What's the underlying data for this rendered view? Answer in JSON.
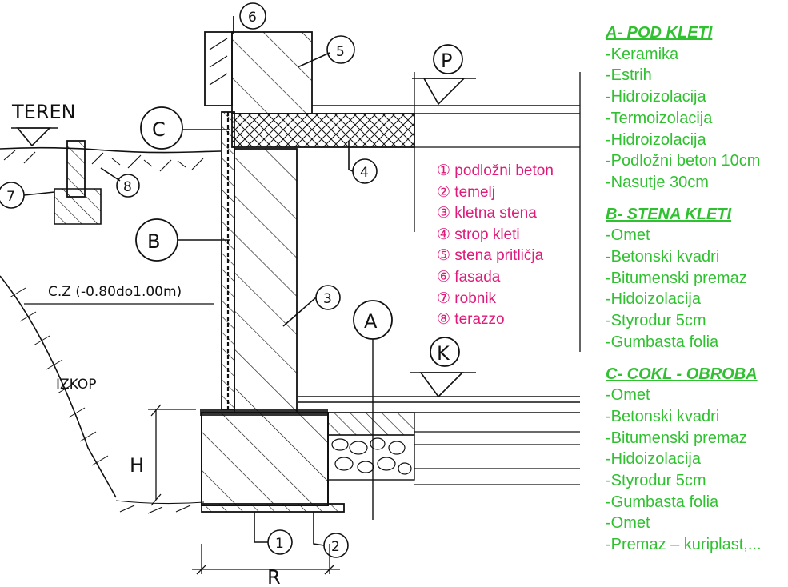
{
  "labels": {
    "teren": "TEREN",
    "p": "P",
    "k": "K",
    "c": "C",
    "b": "B",
    "a": "A",
    "cz": "C.Z (-0.80do1.00m)",
    "izkop": "IZKOP",
    "h": "H",
    "r": "R",
    "n1": "1",
    "n2": "2",
    "n3": "3",
    "n4": "4",
    "n5": "5",
    "n6": "6",
    "n7": "7",
    "n8": "8"
  },
  "legend": [
    "① podložni beton",
    "② temelj",
    "③ kletna stena",
    "④ strop kleti",
    "⑤ stena pritličja",
    "⑥ fasada",
    "⑦ robnik",
    "⑧ terazzo"
  ],
  "notes": {
    "a": {
      "title": "A- POD KLETI",
      "items": [
        "-Keramika",
        "-Estrih",
        "-Hidroizolacija",
        "-Termoizolacija",
        "-Hidroizolacija",
        "-Podložni beton 10cm",
        "-Nasutje 30cm"
      ]
    },
    "b": {
      "title": "B- STENA KLETI",
      "items": [
        "-Omet",
        "-Betonski kvadri",
        "-Bitumenski premaz",
        "-Hidoizolacija",
        "-Styrodur 5cm",
        "-Gumbasta folia"
      ]
    },
    "c": {
      "title": "C- COKL - OBROBA",
      "items": [
        "-Omet",
        "-Betonski kvadri",
        "-Bitumenski premaz",
        "-Hidoizolacija",
        "-Styrodur 5cm",
        "-Gumbasta folia",
        "-Omet",
        "-Premaz – kuriplast,..."
      ]
    }
  },
  "colors": {
    "legend": "#e0197a",
    "notes": "#2fc12f",
    "ink": "#111111"
  }
}
